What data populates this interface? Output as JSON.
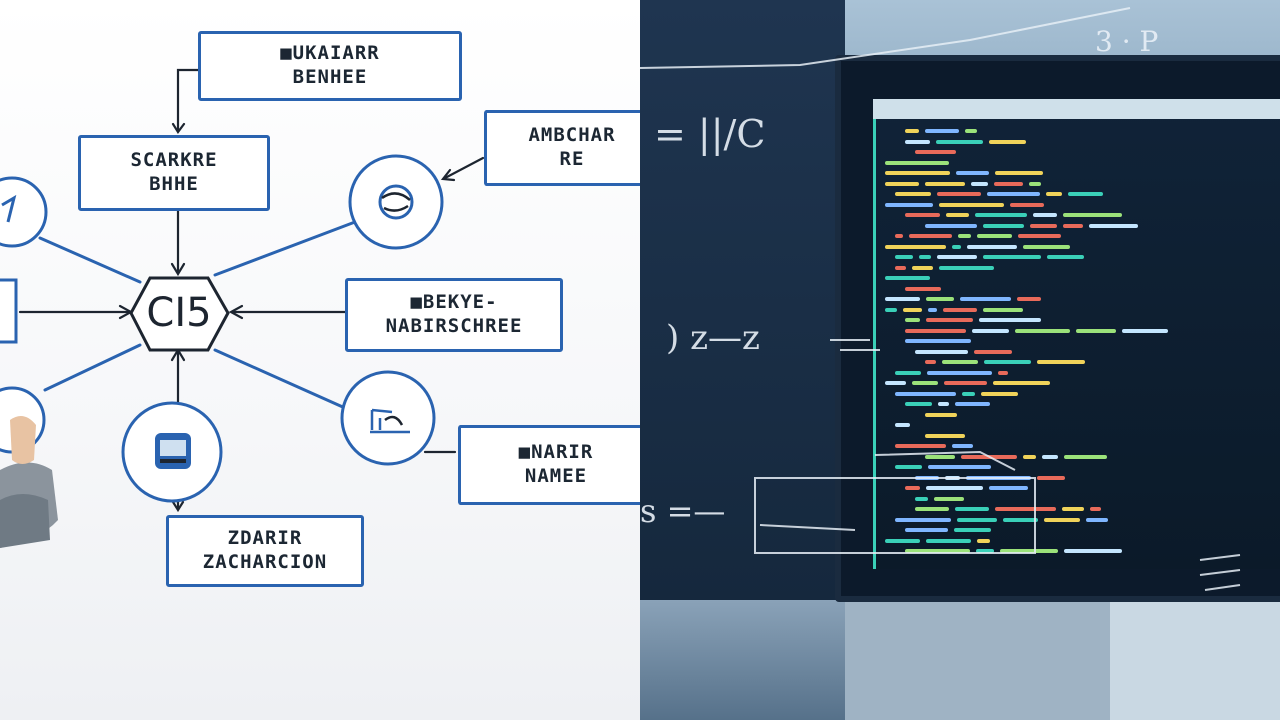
{
  "hub": {
    "label": "CI5"
  },
  "left_boxes": [
    {
      "id": "top",
      "lines": [
        "■UKAIARR",
        "BENHEE"
      ]
    },
    {
      "id": "upper-left",
      "lines": [
        "SCARKRE",
        "BHHE"
      ]
    },
    {
      "id": "upper-right",
      "lines": [
        "AMBCHAR",
        "RE"
      ]
    },
    {
      "id": "middle-right",
      "lines": [
        "■BEKYE-",
        "NABIRSCHREE"
      ]
    },
    {
      "id": "lower-right",
      "lines": [
        "■NARIR",
        "NAMEE"
      ]
    },
    {
      "id": "bottom",
      "lines": [
        "ZDARIR",
        "ZACHARCION"
      ]
    }
  ],
  "math_overlays": [
    {
      "id": "m1",
      "text": "= ||/C"
    },
    {
      "id": "m2",
      "text": ") z—z"
    },
    {
      "id": "m3",
      "text": "s =—"
    },
    {
      "id": "m4",
      "text": "3 · P"
    }
  ],
  "colors": {
    "ink_blue": "#2a63b0",
    "ink_black": "#1d2530",
    "code_colors": [
      "#3ad0b8",
      "#f0d35a",
      "#e86a5a",
      "#7fb6ff",
      "#c4e6ff",
      "#9be27a"
    ]
  }
}
